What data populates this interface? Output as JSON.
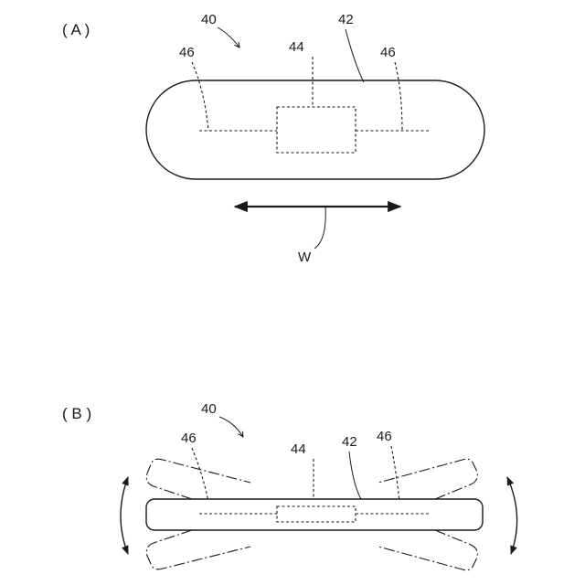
{
  "panel_a": {
    "label": "( A )",
    "ref_device": "40",
    "ref_band": "42",
    "ref_center": "44",
    "ref_line_left": "46",
    "ref_line_right": "46",
    "ref_width": "W"
  },
  "panel_b": {
    "label": "( B )",
    "ref_device": "40",
    "ref_band": "42",
    "ref_center": "44",
    "ref_line_left": "46",
    "ref_line_right": "46"
  },
  "colors": {
    "ink": "#1a1a1a",
    "background": "#ffffff"
  }
}
